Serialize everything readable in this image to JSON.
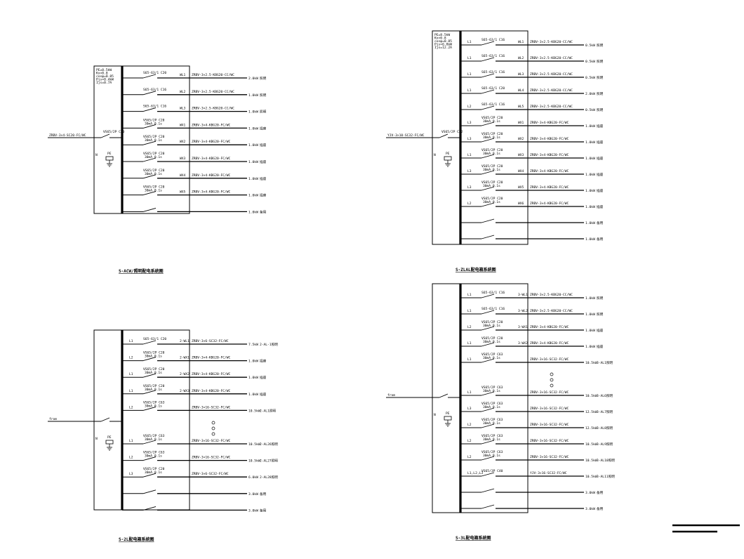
{
  "panels": [
    {
      "caption": "S-ACW/照明配电系统图",
      "box_note": [
        "PE=0.5kW",
        "Kx=0.8",
        "cosφ=0.85",
        "Pjs=0.4kW",
        "Ijs=0.7A"
      ],
      "incoming": {
        "cable": "ZRBV-3×4-SC20-FC/WC",
        "breaker": "VS65/2P C20"
      },
      "rows": [
        {
          "phase": "",
          "breaker": "S65-63/1 C20",
          "rcd": "",
          "circuit": "WL1",
          "cable": "ZRBV-3×2.5-KBG20-CC/WC",
          "load": "2.0kW",
          "use": "照明"
        },
        {
          "phase": "",
          "breaker": "S65-63/1 C16",
          "rcd": "",
          "circuit": "WL2",
          "cable": "ZRBV-3×2.5-KBG20-CC/WC",
          "load": "1.0kW",
          "use": "照明"
        },
        {
          "phase": "",
          "breaker": "S65-63/1 C16",
          "rcd": "",
          "circuit": "WL3",
          "cable": "ZRBV-3×2.5-KBG20-CC/WC",
          "load": "1.0kW",
          "use": "照明"
        },
        {
          "phase": "",
          "breaker": "VS65/2P C20",
          "rcd": "30mA 0.1s",
          "circuit": "WX1",
          "cable": "ZRBV-3×4-KBG20-FC/WC",
          "load": "1.0kW",
          "use": "插座"
        },
        {
          "phase": "",
          "breaker": "VS65/2P C20",
          "rcd": "30mA 0.1s",
          "circuit": "WX2",
          "cable": "ZRBV-3×4-KBG20-FC/WC",
          "load": "1.0kW",
          "use": "插座"
        },
        {
          "phase": "",
          "breaker": "VS65/2P C20",
          "rcd": "30mA 0.1s",
          "circuit": "WX3",
          "cable": "ZRBV-3×4-KBG20-FC/WC",
          "load": "1.0kW",
          "use": "插座"
        },
        {
          "phase": "",
          "breaker": "VS65/2P C20",
          "rcd": "30mA 0.1s",
          "circuit": "WX4",
          "cable": "ZRBV-3×4-KBG20-FC/WC",
          "load": "1.0kW",
          "use": "插座"
        },
        {
          "phase": "",
          "breaker": "VS65/2P C20",
          "rcd": "30mA 0.1s",
          "circuit": "WX5",
          "cable": "ZRBV-3×4-KBG20-FC/WC",
          "load": "1.0kW",
          "use": "插座"
        },
        {
          "phase": "",
          "breaker": "",
          "rcd": "",
          "circuit": "",
          "cable": "",
          "load": "1.0kW",
          "use": "备用"
        }
      ]
    },
    {
      "caption": "S-ZLAL配电箱系统图",
      "box_note": [
        "PE=8.5kW",
        "Kx=0.8",
        "cosφ=0.85",
        "Pjs=6.8kW",
        "Ijs=12.2A"
      ],
      "incoming": {
        "cable": "YJV-3×10-SC32-FC/WC",
        "breaker": "VS65/2P C32"
      },
      "rows": [
        {
          "phase": "L1",
          "breaker": "S65-63/1 C16",
          "rcd": "",
          "circuit": "WL1",
          "cable": "ZRBV-3×2.5-KBG20-CC/WC",
          "load": "0.5kW",
          "use": "照明"
        },
        {
          "phase": "L1",
          "breaker": "S65-63/1 C16",
          "rcd": "",
          "circuit": "WL2",
          "cable": "ZRBV-3×2.5-KBG20-CC/WC",
          "load": "0.5kW",
          "use": "照明"
        },
        {
          "phase": "L1",
          "breaker": "S65-63/1 C16",
          "rcd": "",
          "circuit": "WL3",
          "cable": "ZRBV-3×2.5-KBG20-CC/WC",
          "load": "0.5kW",
          "use": "照明"
        },
        {
          "phase": "L1",
          "breaker": "S65-63/1 C20",
          "rcd": "",
          "circuit": "WL4",
          "cable": "ZRBV-3×2.5-KBG20-CC/WC",
          "load": "2.0kW",
          "use": "照明"
        },
        {
          "phase": "L2",
          "breaker": "S65-63/1 C16",
          "rcd": "",
          "circuit": "WL5",
          "cable": "ZRBV-3×2.5-KBG20-CC/WC",
          "load": "0.5kW",
          "use": "照明"
        },
        {
          "phase": "L3",
          "breaker": "VS65/2P C20",
          "rcd": "30mA 0.1s",
          "circuit": "WX1",
          "cable": "ZRBV-3×4-KBG20-FC/WC",
          "load": "1.0kW",
          "use": "插座"
        },
        {
          "phase": "L3",
          "breaker": "VS65/2P C20",
          "rcd": "30mA 0.1s",
          "circuit": "WX2",
          "cable": "ZRBV-3×4-KBG20-FC/WC",
          "load": "1.0kW",
          "use": "插座"
        },
        {
          "phase": "L1",
          "breaker": "VS65/2P C20",
          "rcd": "30mA 0.1s",
          "circuit": "WX3",
          "cable": "ZRBV-3×4-KBG20-FC/WC",
          "load": "1.0kW",
          "use": "插座"
        },
        {
          "phase": "L3",
          "breaker": "VS65/2P C20",
          "rcd": "30mA 0.1s",
          "circuit": "WX4",
          "cable": "ZRBV-3×4-KBG20-FC/WC",
          "load": "1.0kW",
          "use": "插座"
        },
        {
          "phase": "L3",
          "breaker": "VS65/2P C20",
          "rcd": "30mA 0.1s",
          "circuit": "WX5",
          "cable": "ZRBV-3×4-KBG20-FC/WC",
          "load": "1.0kW",
          "use": "插座"
        },
        {
          "phase": "L2",
          "breaker": "VS65/2P C20",
          "rcd": "30mA 0.1s",
          "circuit": "WX6",
          "cable": "ZRBV-3×4-KBG20-FC/WC",
          "load": "1.0kW",
          "use": "插座"
        },
        {
          "phase": "",
          "breaker": "",
          "rcd": "",
          "circuit": "",
          "cable": "",
          "load": "1.0kW",
          "use": "备用"
        },
        {
          "phase": "",
          "breaker": "",
          "rcd": "",
          "circuit": "",
          "cable": "",
          "load": "1.0kW",
          "use": "备用"
        }
      ]
    },
    {
      "caption": "S-2L配电箱系统图",
      "box_note": [],
      "incoming": {
        "cable": "from",
        "breaker": ""
      },
      "rows": [
        {
          "phase": "L1",
          "breaker": "S65-63/1 C20",
          "rcd": "",
          "circuit": "2-WL1",
          "cable": "ZRBV-3×6-SC32-FC/WC",
          "load": "7.5kW",
          "use": "2-AL-1照明"
        },
        {
          "phase": "L2",
          "breaker": "VS65/2P C20",
          "rcd": "30mA 0.1s",
          "circuit": "2-WX1",
          "cable": "ZRBV-3×4-KBG20-FC/WC",
          "load": "1.0kW",
          "use": "插座"
        },
        {
          "phase": "L1",
          "breaker": "VS65/2P C20",
          "rcd": "30mA 0.1s",
          "circuit": "2-WX2",
          "cable": "ZRBV-3×4-KBG20-FC/WC",
          "load": "1.0kW",
          "use": "插座"
        },
        {
          "phase": "L1",
          "breaker": "VS65/2P C20",
          "rcd": "30mA 0.1s",
          "circuit": "2-WX3",
          "cable": "ZRBV-3×4-KBG20-FC/WC",
          "load": "1.0kW",
          "use": "插座"
        },
        {
          "phase": "L2",
          "breaker": "VS65/2P C63",
          "rcd": "30mA 0.1s",
          "circuit": "",
          "cable": "ZRBV-3×16-SC32-FC/WC",
          "load": "10.5kW",
          "use": "2-AL1照明"
        },
        {
          "phase": "L1",
          "breaker": "VS65/2P C63",
          "rcd": "30mA 0.1s",
          "circuit": "",
          "cable": "ZRBV-3×16-SC32-FC/WC",
          "load": "10.5kW",
          "use": "2-AL26照明"
        },
        {
          "phase": "L2",
          "breaker": "VS65/2P C63",
          "rcd": "30mA 0.1s",
          "circuit": "",
          "cable": "ZRBV-3×16-SC32-FC/WC",
          "load": "10.5kW",
          "use": "2-AL27照明"
        },
        {
          "phase": "L3",
          "breaker": "VS65/2P C20",
          "rcd": "30mA 0.1s",
          "circuit": "",
          "cable": "ZRBV-3×6-SC32-FC/WC",
          "load": "6.0kW",
          "use": "2-AL28照明"
        },
        {
          "phase": "",
          "breaker": "",
          "rcd": "",
          "circuit": "",
          "cable": "",
          "load": "3.0kW",
          "use": "备用"
        },
        {
          "phase": "",
          "breaker": "",
          "rcd": "",
          "circuit": "",
          "cable": "",
          "load": "3.0kW",
          "use": "备用"
        }
      ]
    },
    {
      "caption": "S-3L配电箱系统图",
      "box_note": [],
      "incoming": {
        "cable": "from",
        "breaker": ""
      },
      "rows": [
        {
          "phase": "L1",
          "breaker": "S65-63/1 C16",
          "rcd": "",
          "circuit": "3-WL1",
          "cable": "ZRBV-3×2.5-KBG20-CC/WC",
          "load": "1.0kW",
          "use": "照明"
        },
        {
          "phase": "L1",
          "breaker": "S65-63/1 C16",
          "rcd": "",
          "circuit": "3-WL2",
          "cable": "ZRBV-3×2.5-KBG20-CC/WC",
          "load": "1.0kW",
          "use": "照明"
        },
        {
          "phase": "L2",
          "breaker": "VS65/2P C20",
          "rcd": "30mA 0.1s",
          "circuit": "3-WX1",
          "cable": "ZRBV-3×4-KBG20-FC/WC",
          "load": "1.0kW",
          "use": "插座"
        },
        {
          "phase": "L1",
          "breaker": "VS65/2P C20",
          "rcd": "30mA 0.1s",
          "circuit": "3-WX2",
          "cable": "ZRBV-3×4-KBG20-FC/WC",
          "load": "1.0kW",
          "use": "插座"
        },
        {
          "phase": "L1",
          "breaker": "VS65/2P C63",
          "rcd": "30mA 0.1s",
          "circuit": "",
          "cable": "ZRBV-3×16-SC32-FC/WC",
          "load": "10.5kW",
          "use": "3-AL1照明"
        },
        {
          "phase": "L1",
          "breaker": "VS65/2P C63",
          "rcd": "30mA 0.1s",
          "circuit": "",
          "cable": "ZRBV-3×16-SC32-FC/WC",
          "load": "10.5kW",
          "use": "3-AL6照明"
        },
        {
          "phase": "L3",
          "breaker": "VS65/2P C63",
          "rcd": "30mA 0.1s",
          "circuit": "",
          "cable": "ZRBV-3×16-SC32-FC/WC",
          "load": "12.5kW",
          "use": "3-AL7照明"
        },
        {
          "phase": "L2",
          "breaker": "VS65/2P C63",
          "rcd": "30mA 0.1s",
          "circuit": "",
          "cable": "ZRBV-3×16-SC32-FC/WC",
          "load": "12.5kW",
          "use": "3-AL8照明"
        },
        {
          "phase": "L2",
          "breaker": "VS65/2P C63",
          "rcd": "30mA 0.1s",
          "circuit": "",
          "cable": "ZRBV-3×16-SC32-FC/WC",
          "load": "10.5kW",
          "use": "3-AL9照明"
        },
        {
          "phase": "L2",
          "breaker": "VS65/2P C63",
          "rcd": "30mA 0.1s",
          "circuit": "",
          "cable": "ZRBV-3×16-SC32-FC/WC",
          "load": "10.5kW",
          "use": "3-AL10照明"
        },
        {
          "phase": "L1,L2,L3",
          "breaker": "VS65/3P C40",
          "rcd": "",
          "circuit": "",
          "cable": "YJV-3×16-SC32-FC/WC",
          "load": "10.5kW",
          "use": "3-AL11照明"
        },
        {
          "phase": "",
          "breaker": "",
          "rcd": "",
          "circuit": "",
          "cable": "",
          "load": "3.0kW",
          "use": "备用"
        },
        {
          "phase": "",
          "breaker": "",
          "rcd": "",
          "circuit": "",
          "cable": "",
          "load": "3.0kW",
          "use": "备用"
        }
      ]
    }
  ],
  "labels": {
    "n": "N",
    "pe": "PE"
  }
}
